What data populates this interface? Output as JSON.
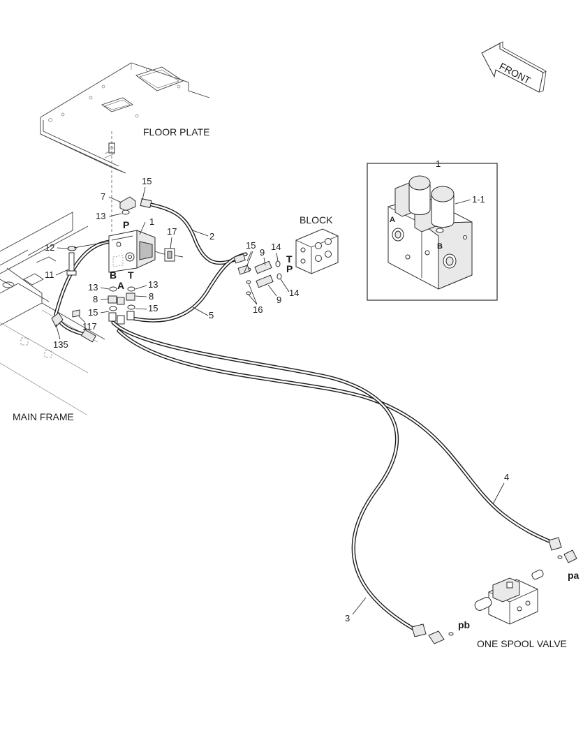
{
  "labels": {
    "floor_plate": "FLOOR PLATE",
    "main_frame": "MAIN FRAME",
    "block": "BLOCK",
    "one_spool_valve": "ONE SPOOL VALVE",
    "front": "FRONT"
  },
  "ports": {
    "p_top": "P",
    "a": "A",
    "b": "B",
    "t": "T",
    "block_t": "T",
    "block_p": "P",
    "pa": "pa",
    "pb": "pb",
    "inset_a": "A",
    "inset_b": "B"
  },
  "callouts": {
    "c1": "1",
    "c2": "2",
    "c3": "3",
    "c4": "4",
    "c5": "5",
    "c7": "7",
    "c8_left": "8",
    "c8_right": "8",
    "c9_top": "9",
    "c9_bottom": "9",
    "c11": "11",
    "c12": "12",
    "c13_top": "13",
    "c13_left": "13",
    "c13_right": "13",
    "c14_top": "14",
    "c14_bottom": "14",
    "c15_top": "15",
    "c15_block": "15",
    "c15_left": "15",
    "c15_right": "15",
    "c16": "16",
    "c17": "17",
    "c117": "117",
    "c135": "135",
    "inset_title": "1",
    "inset_sub": "1-1"
  }
}
